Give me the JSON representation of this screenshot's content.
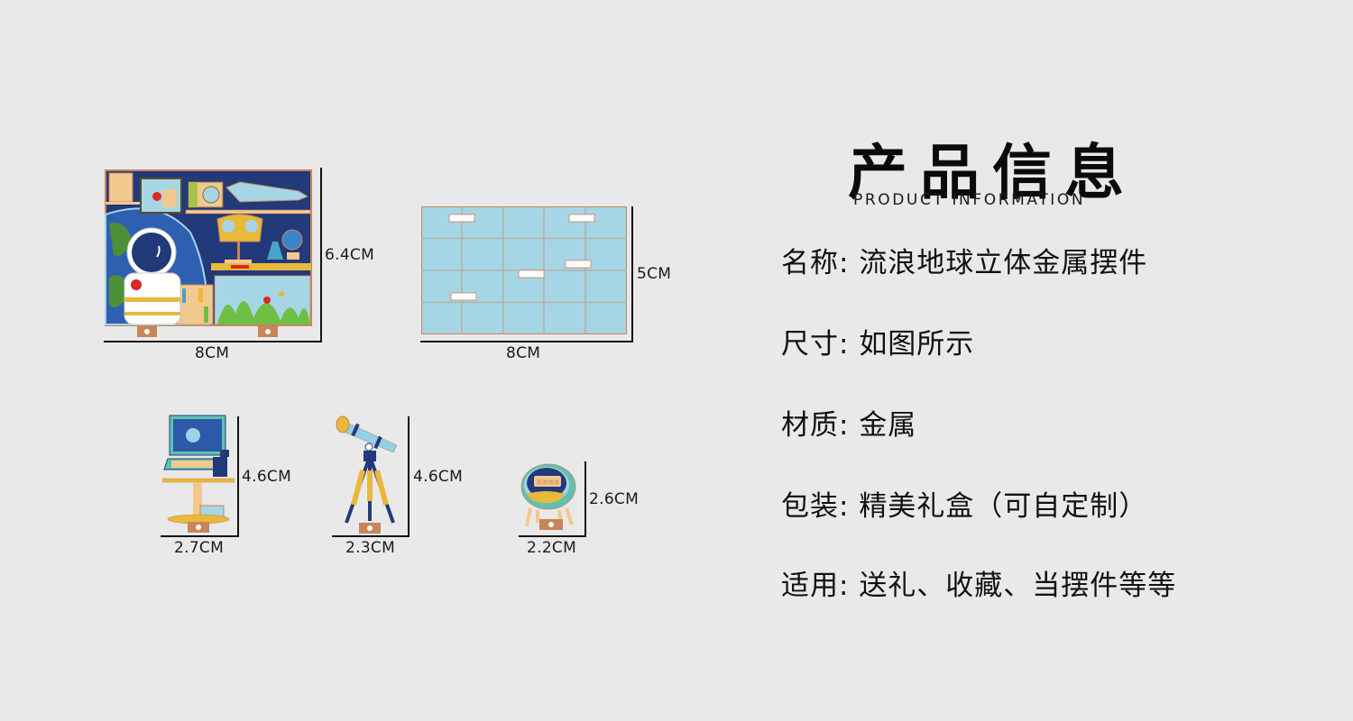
{
  "header": {
    "title_cn": "产品信息",
    "title_en": "PRODUCT INFORMATION"
  },
  "info": [
    {
      "label": "名称",
      "sep": ": ",
      "value": "流浪地球立体金属摆件"
    },
    {
      "label": "尺寸",
      "sep": ": ",
      "value": "如图所示"
    },
    {
      "label": "材质",
      "sep": ": ",
      "value": "金属"
    },
    {
      "label": "包装",
      "sep": ": ",
      "value": "精美礼盒（可自定制）"
    },
    {
      "label": "适用",
      "sep": ": ",
      "value": "送礼、收藏、当摆件等等"
    }
  ],
  "products": [
    {
      "name": "scene-panel-front",
      "width": "8CM",
      "height": "6.4CM",
      "icon": "space-room-scene-icon"
    },
    {
      "name": "scene-panel-back",
      "width": "8CM",
      "height": "5CM",
      "icon": "tile-grid-back-icon"
    },
    {
      "name": "computer-desk",
      "width": "2.7CM",
      "height": "4.6CM",
      "icon": "computer-desk-icon"
    },
    {
      "name": "telescope",
      "width": "2.3CM",
      "height": "4.6CM",
      "icon": "telescope-icon"
    },
    {
      "name": "space-chair",
      "width": "2.2CM",
      "height": "2.6CM",
      "icon": "space-chair-icon"
    }
  ],
  "chair_logo_text": "流浪地球",
  "colors": {
    "background": "#e9e9e9",
    "navy": "#22397a",
    "sky_blue": "#a6d5e5",
    "copper": "#c8855a",
    "yellow": "#eab83a",
    "green": "#4e8f3a",
    "red": "#d8282a"
  }
}
